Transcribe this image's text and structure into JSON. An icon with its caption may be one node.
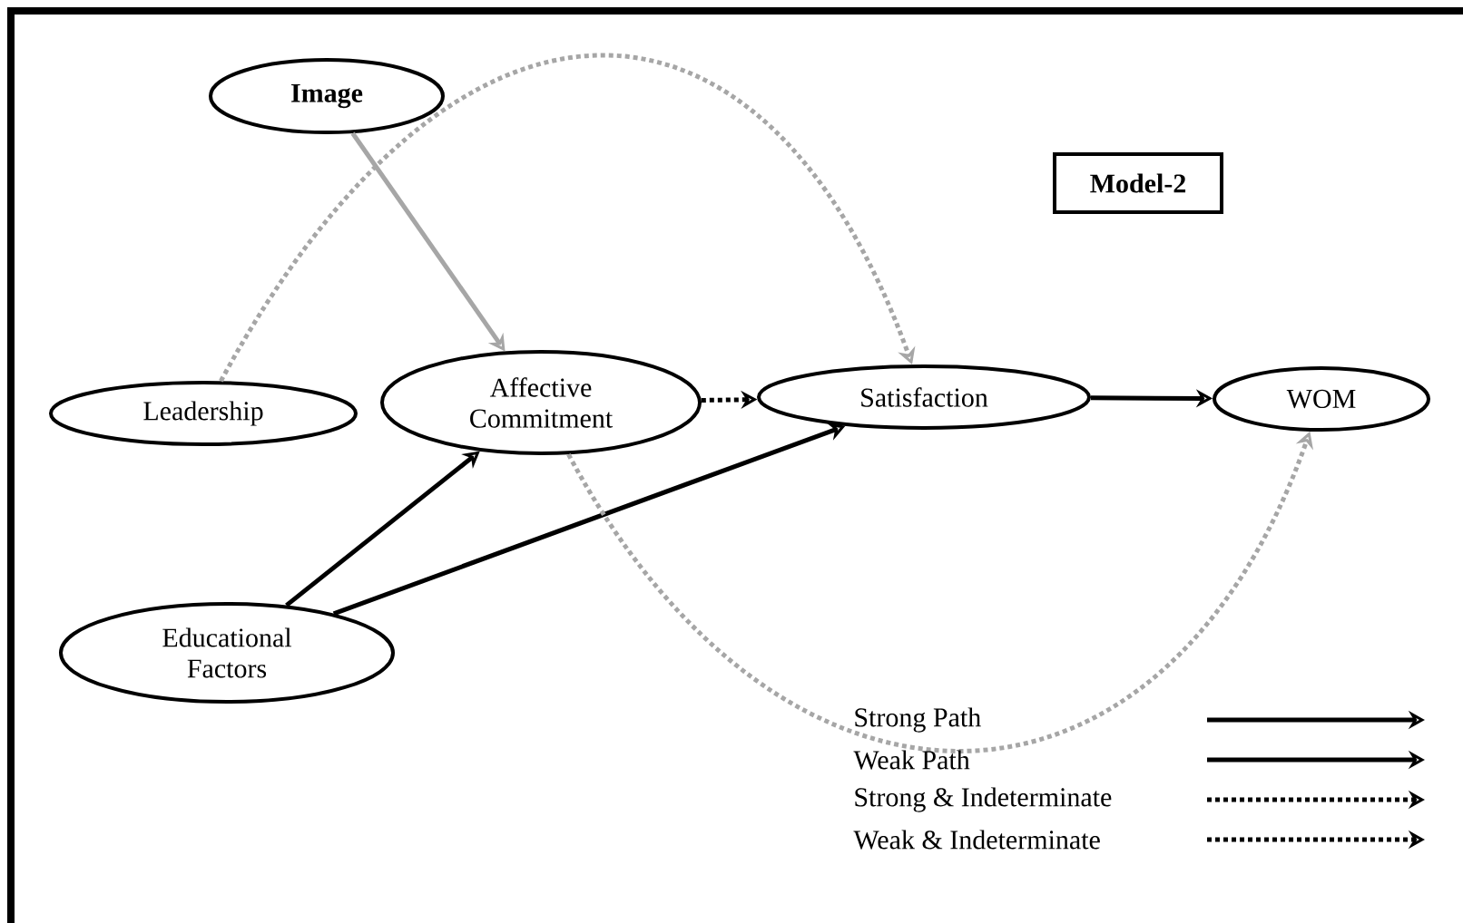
{
  "diagram": {
    "nodes": [
      {
        "text": [
          "Image"
        ]
      },
      {
        "text": [
          "Model-2"
        ]
      },
      {
        "text": [
          "Leadership"
        ]
      },
      {
        "text": [
          "Affective Commitment"
        ]
      },
      {
        "text": [
          "Satisfaction"
        ]
      },
      {
        "text": [
          "WOM"
        ]
      },
      {
        "text": [
          "Educational Factors"
        ]
      }
    ],
    "edges": [
      {
        "from": 0,
        "to": 3,
        "arrow": "to",
        "color": "#a6a6a6"
      },
      {
        "from": 2,
        "to": 4,
        "arrow": "to",
        "style": "dashed",
        "color": "#a6a6a6"
      },
      {
        "from": 3,
        "to": 4,
        "arrow": "to",
        "style": "dashed"
      },
      {
        "from": 4,
        "to": 5,
        "arrow": "to"
      },
      {
        "from": 6,
        "to": 3,
        "arrow": "to"
      },
      {
        "from": 6,
        "to": 4,
        "arrow": "to"
      },
      {
        "from": 3,
        "to": 5,
        "arrow": "to",
        "style": "dashed",
        "color": "#a6a6a6"
      }
    ],
    "legend": [
      {
        "text": "Strong Path"
      },
      {
        "text": "Weak Path"
      },
      {
        "text": "Strong & Indeterminate"
      },
      {
        "text": "Weak & Indeterminate"
      }
    ]
  }
}
